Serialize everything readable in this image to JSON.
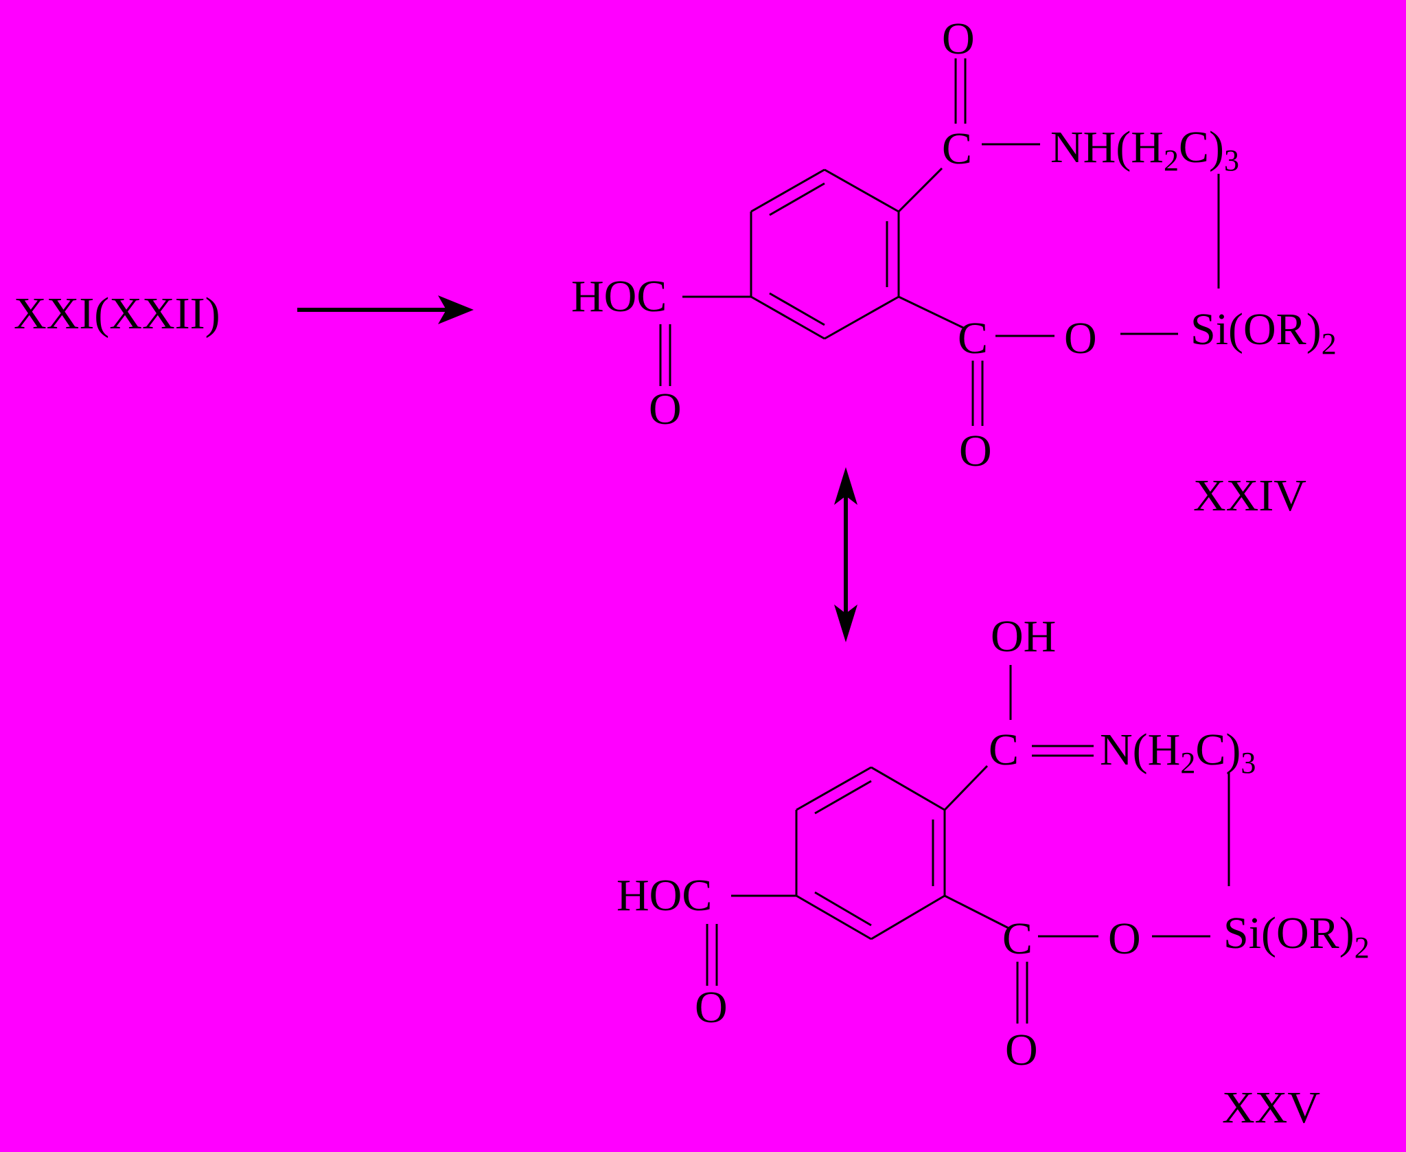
{
  "colors": {
    "background": "#ff00ff",
    "ink": "#000000"
  },
  "reactant": {
    "label": "XXI(XXII)"
  },
  "arrows": {
    "forward": "right-arrow-icon",
    "equilibrium": "double-headed-arrow-icon"
  },
  "xxiv": {
    "label": "XXIV",
    "hoc": "HOC",
    "carbonyl_o": "O",
    "amide_o": "O",
    "amide_c": "C",
    "nh_chain": {
      "prefix": "NH(H",
      "sub1": "2",
      "mid": "C)",
      "sub2": "3"
    },
    "ester_c": "C",
    "ester_o_bridge": "O",
    "ester_o_double": "O",
    "si": {
      "prefix": "Si(OR)",
      "sub": "2"
    }
  },
  "xxv": {
    "label": "XXV",
    "hoc": "HOC",
    "carbonyl_o": "O",
    "oh": "OH",
    "imidic_c": "C",
    "n_chain": {
      "prefix": "N(H",
      "sub1": "2",
      "mid": "C)",
      "sub2": "3"
    },
    "ester_c": "C",
    "ester_o_bridge": "O",
    "ester_o_double": "O",
    "si": {
      "prefix": "Si(OR)",
      "sub": "2"
    }
  }
}
